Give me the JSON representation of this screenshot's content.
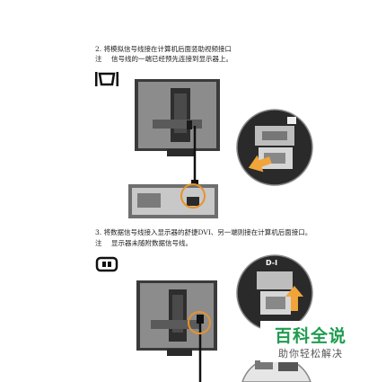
{
  "step2": {
    "instruction": "2. 将模拟信号线接在计算机后面竖助视频接口",
    "note_label": "注",
    "note_text": "信号线的一端已经预先连接到显示器上。"
  },
  "step3": {
    "instruction": "3. 将数据信号线接入显示器的舒捷DVI、另一端则接在计算机后面接口。",
    "note_label": "注",
    "note_text": "显示器未随附数据信号线。"
  },
  "icons": {
    "vga": "vga-port-icon",
    "dvi": "dvi-port-icon",
    "dvi_callout_label": "D-I"
  },
  "colors": {
    "highlight_circle": "#e8922a",
    "arrow": "#f0a43a",
    "callout_fill": "#2a2a2a",
    "monitor_frame": "#3a3a3a",
    "monitor_screen": "#8c8c8c",
    "cable": "#111111"
  },
  "watermark": {
    "brand": "百科全说",
    "tagline": "助你轻松解决"
  }
}
